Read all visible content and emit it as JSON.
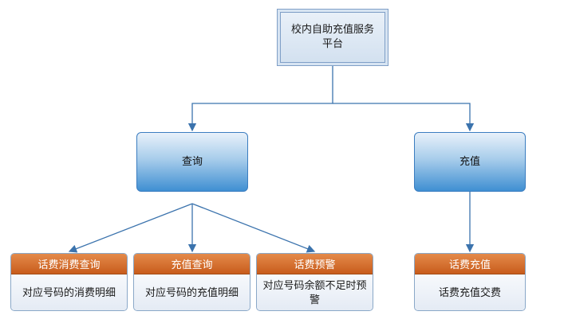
{
  "root": {
    "label": "校内自助充值服务平台"
  },
  "branches": {
    "query": {
      "label": "查询"
    },
    "recharge": {
      "label": "充值"
    }
  },
  "leaves": [
    {
      "title": "话费消费查询",
      "desc": "对应号码的消费明细"
    },
    {
      "title": "充值查询",
      "desc": "对应号码的充值明细"
    },
    {
      "title": "话费预警",
      "desc": "对应号码余额不足时预警"
    },
    {
      "title": "话费充值",
      "desc": "话费充值交费"
    }
  ],
  "colors": {
    "line": "#3b73ad",
    "branch": "#4a90d0",
    "leaf_header": "#d46a2a"
  }
}
